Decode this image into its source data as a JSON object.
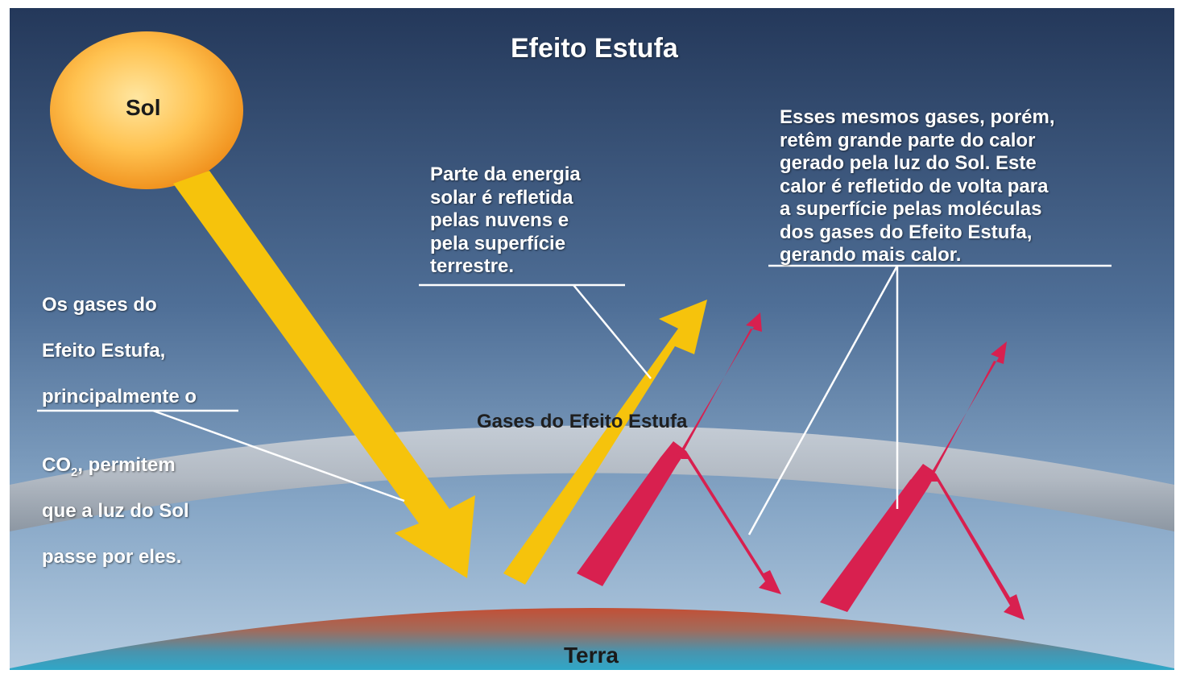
{
  "diagram": {
    "title": "Efeito Estufa",
    "sun_label": "Sol",
    "band_label": "Gases do Efeito Estufa",
    "earth_label": "Terra",
    "annotations": {
      "left": {
        "line1": "Os gases do",
        "line2": "Efeito Estufa,",
        "line3": "principalmente o",
        "line4_prefix": "CO",
        "line4_subscript": "2",
        "line4_suffix": ", permitem",
        "line5": "que a luz do Sol",
        "line6": "passe por eles."
      },
      "middle": "Parte da energia\nsolar é refletida\npelas nuvens e\npela superfície\nterrestre.",
      "right": "Esses mesmos gases, porém,\nretêm grande parte do calor\ngerado pela luz do Sol. Este\ncalor é refletido de volta para\na superfície pelas moléculas\ndos gases do Efeito Estufa,\ngerando mais calor."
    },
    "colors": {
      "sky_top": "#2b4568",
      "sky_bottom": "#a9c3da",
      "sun_center": "#ffe08a",
      "sun_edge": "#f39a1f",
      "solar_arrow": "#f6c30c",
      "heat_arrow": "#d8204f",
      "gas_band": "#c9ccd0",
      "earth_top": "#c4523a",
      "earth_bottom": "#3aa9c7"
    },
    "icons": {
      "sun": "sun-icon",
      "solar_arrows": "arrow-icon",
      "heat_arrows": "arrow-icon"
    }
  }
}
